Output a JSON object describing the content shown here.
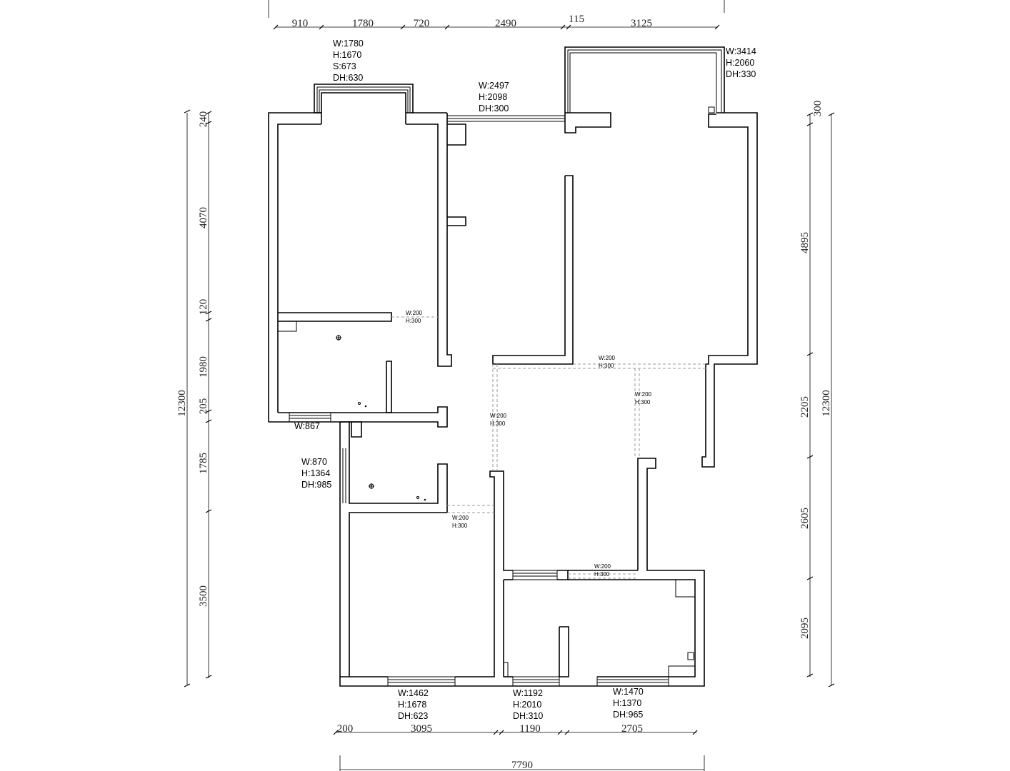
{
  "dimensions": {
    "top": [
      "910",
      "1780",
      "720",
      "2490",
      "115",
      "3125"
    ],
    "bottom": [
      "200",
      "3095",
      "1190",
      "2705"
    ],
    "bottom_total": "7790",
    "left": [
      "240",
      "4070",
      "120",
      "1980",
      "205",
      "1785",
      "3500"
    ],
    "left_total": "12300",
    "right": [
      "300",
      "4895",
      "2205",
      "2605",
      "2095"
    ],
    "right_total": "12300"
  },
  "openings": {
    "bay_window": [
      "W:1780",
      "H:1670",
      "S:673",
      "DH:630"
    ],
    "top_window": [
      "W:2497",
      "H:2098",
      "DH:300"
    ],
    "balcony_window": [
      "W:3414",
      "H:2060",
      "DH:330"
    ],
    "bath_window_upper": [
      "W:867"
    ],
    "bath_window_lower": [
      "W:870",
      "H:1364",
      "DH:985"
    ],
    "bedroom_window": [
      "W:1462",
      "H:1678",
      "DH:623"
    ],
    "mid_window": [
      "W:1192",
      "H:2010",
      "DH:310"
    ],
    "kitchen_window": [
      "W:1470",
      "H:1370",
      "DH:965"
    ]
  },
  "beams": [
    {
      "w": "W:200",
      "h": "H:300"
    },
    {
      "w": "W:200",
      "h": "H:300"
    },
    {
      "w": "W:200",
      "h": "H:300"
    },
    {
      "w": "W:200",
      "h": "H:300"
    },
    {
      "w": "W:200",
      "h": "H:300"
    },
    {
      "w": "W:200",
      "h": "H:300"
    }
  ]
}
